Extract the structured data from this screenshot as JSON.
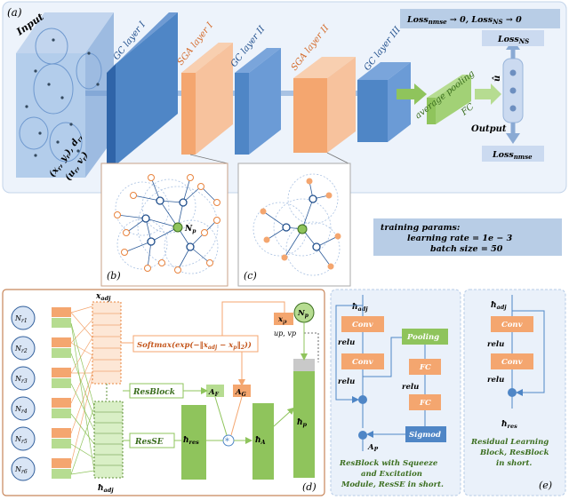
{
  "panel_a": {
    "tag": "(a)",
    "input": "Input",
    "input_vars_1": "(x",
    "input_vars_r": "r",
    "input_vars_2": ", y",
    "input_vars_3": "), d",
    "input_vars_4": "(u",
    "input_vars_5": ", v",
    "input_vars_6": ")",
    "gc1": "GC layer I",
    "sga1": "SGA layer I",
    "gc2": "GC layer II",
    "sga2": "SGA layer II",
    "gc3": "GC layer III",
    "avgpool": "average pooling",
    "fc": "FC",
    "output": "Output",
    "uv_hat": "û",
    "loss_box": "Loss",
    "loss_box_sub1": "nmse",
    "loss_box_mid": " → 0,  Loss",
    "loss_box_sub2": "NS",
    "loss_box_end": " → 0",
    "loss_ns": "Loss",
    "loss_ns_sub": "NS",
    "loss_nmse": "Loss",
    "loss_nmse_sub": "nmse"
  },
  "panel_b": {
    "tag": "(b)",
    "np": "N",
    "np_sub": "p"
  },
  "panel_c": {
    "tag": "(c)"
  },
  "params": {
    "title": "training params:",
    "lr": "learning rate  =  1e − 3",
    "bs": "batch size  =  50"
  },
  "panel_d": {
    "tag": "(d)",
    "nodes": [
      "r1",
      "r2",
      "r3",
      "r4",
      "r5",
      "r6"
    ],
    "x_adj": "x",
    "x_adj_sub": "adj",
    "softmax": "Softmax(exp(−‖x",
    "softmax_mid": "adj",
    "softmax_end": " − x",
    "softmax_p": "p",
    "softmax_close": "‖",
    "softmax_two": "2",
    "softmax_tail": "))",
    "xp": "x",
    "xp_sub": "p",
    "up_vp": "u",
    "resblock": "ResBlock",
    "resse": "ResSE",
    "af": "A",
    "af_sub": "F",
    "ag": "A",
    "ag_sub": "G",
    "h_res": "ħ",
    "h_res_sub": "res",
    "h_a": "ħ",
    "h_a_sub": "A",
    "h_p": "ħ",
    "h_p_sub": "p",
    "h_adj": "ħ",
    "h_adj_sub": "adj",
    "np": "N",
    "np_sub": "p",
    "star": "*"
  },
  "panel_resse": {
    "h_adj": "ħ",
    "h_adj_sub": "adj",
    "conv": "Conv",
    "relu": "relu",
    "pooling": "Pooling",
    "fc": "FC",
    "sigmod": "Sigmod",
    "a_p": "A",
    "a_p_sub": "P",
    "caption1": "ResBlock with Squeeze",
    "caption2": "and Excitation",
    "caption3": "Module, ResSE in short."
  },
  "panel_e": {
    "tag": "(e)",
    "h_adj": "ħ",
    "h_adj_sub": "adj",
    "conv": "Conv",
    "relu": "relu",
    "h_res": "ħ",
    "h_res_sub": "res",
    "caption1": "Residual Learning",
    "caption2": "Block, ResBlock",
    "caption3": "in short."
  },
  "colors": {
    "blue": "#4f86c6",
    "orange": "#f4a66f",
    "green": "#8fc45c",
    "panel_bg": "#eaf1fa"
  }
}
